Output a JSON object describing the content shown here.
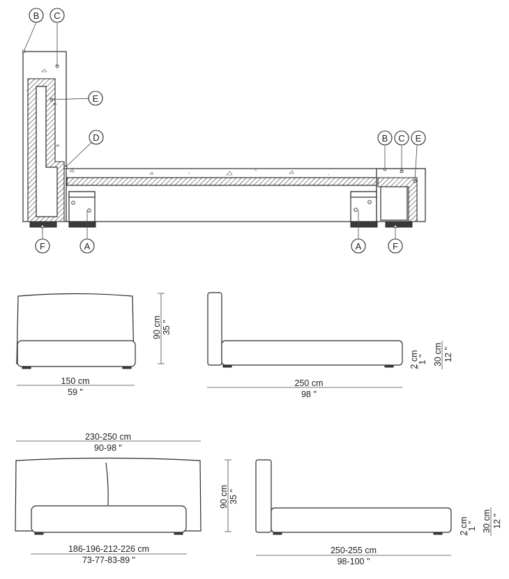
{
  "callouts": {
    "a": "A",
    "b": "B",
    "c": "C",
    "d": "D",
    "e": "E",
    "f": "F"
  },
  "dimensions": {
    "double_front_width_cm": "150 cm",
    "double_front_width_in": "59 \"",
    "double_height_cm": "90 cm",
    "double_height_in": "35 \"",
    "double_side_length_cm": "250 cm",
    "double_side_length_in": "98 \"",
    "double_leg_cm": "2 cm",
    "double_leg_in": "1 \"",
    "double_base_cm": "30 cm",
    "double_base_in": "12 \"",
    "king_overall_width_cm": "230-250 cm",
    "king_overall_width_in": "90-98 \"",
    "king_height_cm": "90 cm",
    "king_height_in": "35 \"",
    "king_mattress_width_cm": "186-196-212-226 cm",
    "king_mattress_width_in": "73-77-83-89 \"",
    "king_side_length_cm": "250-255 cm",
    "king_side_length_in": "98-100 \"",
    "king_leg_cm": "2 cm",
    "king_leg_in": "1 \"",
    "king_base_cm": "30 cm",
    "king_base_in": "12 \""
  }
}
